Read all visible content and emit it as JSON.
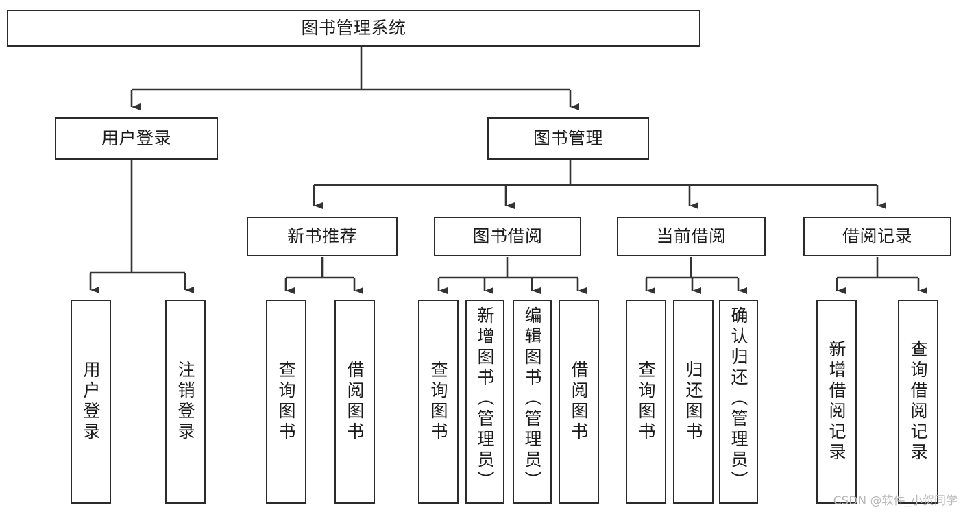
{
  "diagram": {
    "title": "图书管理系统",
    "type": "hierarchy-tree",
    "watermark": "CSDN @软件_小贺同学",
    "colors": {
      "box_border": "#2b2b2b",
      "box_fill": "#ffffff",
      "connector": "#333333",
      "text": "#1b1b1b",
      "watermark": "#b9b9b9"
    },
    "levels": {
      "level1": [
        "图书管理系统"
      ],
      "level2": [
        "用户登录",
        "图书管理"
      ],
      "level3": [
        "新书推荐",
        "图书借阅",
        "当前借阅",
        "借阅记录"
      ],
      "level4": [
        "用户登录",
        "注销登录",
        "查询图书",
        "借阅图书",
        "查询图书",
        "新增图书（管理员）",
        "编辑图书（管理员）",
        "借阅图书",
        "查询图书",
        "归还图书",
        "确认归还（管理员）",
        "新增借阅记录",
        "查询借阅记录"
      ]
    },
    "nodes": {
      "root": {
        "label": "图书管理系统"
      },
      "user_login": {
        "label": "用户登录"
      },
      "book_mgmt": {
        "label": "图书管理"
      },
      "new_book_rec": {
        "label": "新书推荐"
      },
      "book_borrow": {
        "label": "图书借阅"
      },
      "current_borrow": {
        "label": "当前借阅"
      },
      "borrow_record": {
        "label": "借阅记录"
      },
      "leaf_user_login": {
        "label": "用户登录"
      },
      "leaf_logout": {
        "label": "注销登录"
      },
      "leaf_query_book_1": {
        "label": "查询图书"
      },
      "leaf_borrow_book_1": {
        "label": "借阅图书"
      },
      "leaf_query_book_2": {
        "label": "查询图书"
      },
      "leaf_add_book_admin": {
        "label": "新增图书（管理员）"
      },
      "leaf_edit_book_admin": {
        "label": "编辑图书（管理员）"
      },
      "leaf_borrow_book_2": {
        "label": "借阅图书"
      },
      "leaf_query_book_3": {
        "label": "查询图书"
      },
      "leaf_return_book": {
        "label": "归还图书"
      },
      "leaf_confirm_return_admin": {
        "label": "确认归还（管理员）"
      },
      "leaf_add_borrow_record": {
        "label": "新增借阅记录"
      },
      "leaf_query_borrow_record": {
        "label": "查询借阅记录"
      }
    },
    "edges": [
      {
        "from": "root",
        "to": "user_login"
      },
      {
        "from": "root",
        "to": "book_mgmt"
      },
      {
        "from": "user_login",
        "to": "leaf_user_login"
      },
      {
        "from": "user_login",
        "to": "leaf_logout"
      },
      {
        "from": "book_mgmt",
        "to": "new_book_rec"
      },
      {
        "from": "book_mgmt",
        "to": "book_borrow"
      },
      {
        "from": "book_mgmt",
        "to": "current_borrow"
      },
      {
        "from": "book_mgmt",
        "to": "borrow_record"
      },
      {
        "from": "new_book_rec",
        "to": "leaf_query_book_1"
      },
      {
        "from": "new_book_rec",
        "to": "leaf_borrow_book_1"
      },
      {
        "from": "book_borrow",
        "to": "leaf_query_book_2"
      },
      {
        "from": "book_borrow",
        "to": "leaf_add_book_admin"
      },
      {
        "from": "book_borrow",
        "to": "leaf_edit_book_admin"
      },
      {
        "from": "book_borrow",
        "to": "leaf_borrow_book_2"
      },
      {
        "from": "current_borrow",
        "to": "leaf_query_book_3"
      },
      {
        "from": "current_borrow",
        "to": "leaf_return_book"
      },
      {
        "from": "current_borrow",
        "to": "leaf_confirm_return_admin"
      },
      {
        "from": "borrow_record",
        "to": "leaf_add_borrow_record"
      },
      {
        "from": "borrow_record",
        "to": "leaf_query_borrow_record"
      }
    ]
  }
}
